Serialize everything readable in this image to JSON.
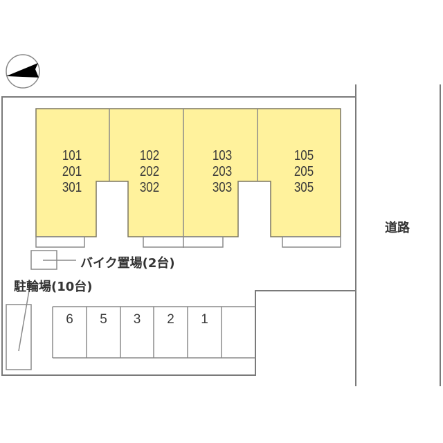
{
  "compass": {
    "icon": "north-arrow-icon",
    "direction": "north points left"
  },
  "building": {
    "fill_color": "#fff29c",
    "units": [
      {
        "rooms": [
          "101",
          "201",
          "301"
        ]
      },
      {
        "rooms": [
          "102",
          "202",
          "302"
        ]
      },
      {
        "rooms": [
          "103",
          "203",
          "303"
        ]
      },
      {
        "rooms": [
          "105",
          "205",
          "305"
        ]
      }
    ]
  },
  "labels": {
    "bike_parking": "バイク置場(2台)",
    "bicycle_parking": "駐輪場(10台)",
    "road": "道路"
  },
  "parking": {
    "stalls": [
      "6",
      "5",
      "3",
      "2",
      "1",
      ""
    ]
  }
}
